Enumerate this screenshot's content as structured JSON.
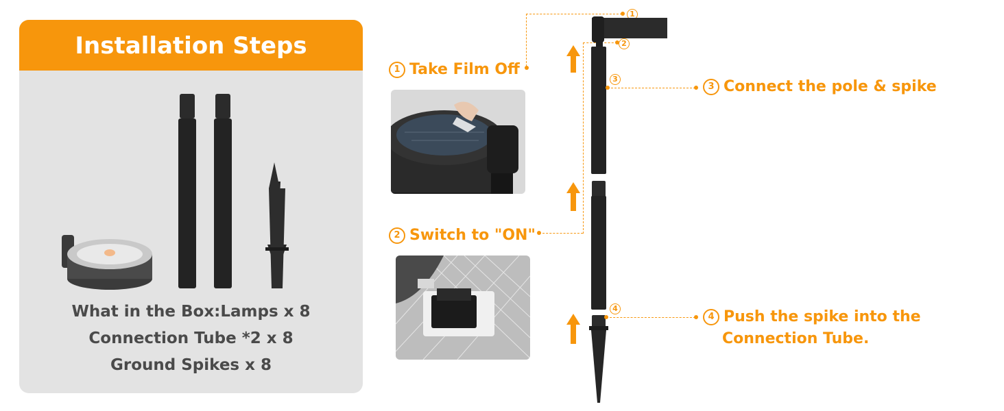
{
  "title": "Installation Steps",
  "box_contents": {
    "line1": "What in the Box:Lamps x 8",
    "line2": "Connection Tube *2 x 8",
    "line3": "Ground Spikes x 8"
  },
  "steps": [
    {
      "number": "1",
      "label": "Take Film Off"
    },
    {
      "number": "2",
      "label": "Switch to \"ON\""
    },
    {
      "number": "3",
      "label": "Connect the pole & spike"
    },
    {
      "number": "4",
      "label": "Push the spike into the",
      "label2": "Connection Tube."
    }
  ],
  "markers": [
    "1",
    "2",
    "3",
    "4"
  ],
  "colors": {
    "accent": "#f7960c",
    "card": "#e3e3e3",
    "text": "#4a4a4a",
    "product": "#2b2b2b"
  }
}
